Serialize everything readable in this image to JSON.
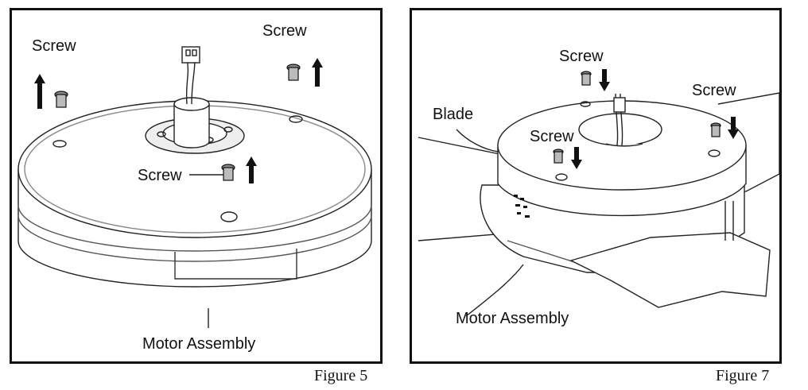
{
  "figure5": {
    "caption": "Figure 5",
    "labels": {
      "screw_left": "Screw",
      "screw_right": "Screw",
      "screw_center": "Screw",
      "motor_assembly": "Motor Assembly"
    }
  },
  "figure7": {
    "caption": "Figure 7",
    "labels": {
      "screw_top": "Screw",
      "screw_right": "Screw",
      "screw_left": "Screw",
      "blade": "Blade",
      "motor_assembly": "Motor Assembly"
    }
  }
}
